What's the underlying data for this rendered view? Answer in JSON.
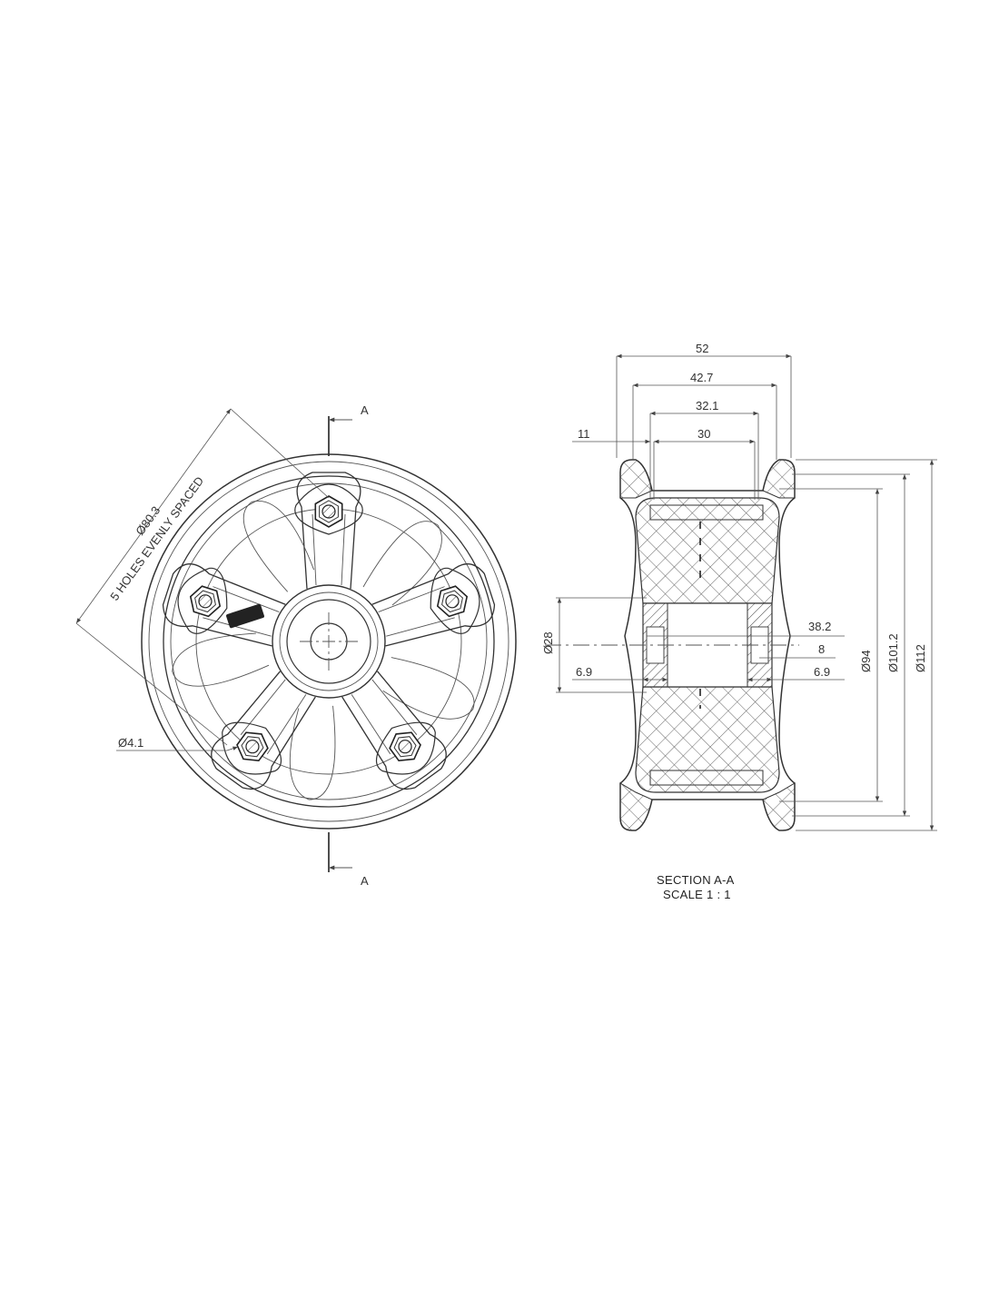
{
  "front_view": {
    "section_marker_top": "A",
    "section_marker_bottom": "A",
    "dim_pcd": "Ø80.3",
    "dim_pcd_note": "5 HOLES EVENLY SPACED",
    "dim_hole": "Ø4.1"
  },
  "section_view": {
    "dim_52": "52",
    "dim_42_7": "42.7",
    "dim_32_1": "32.1",
    "dim_30": "30",
    "dim_11": "11",
    "dim_d28": "Ø28",
    "dim_6_9_left": "6.9",
    "dim_38_2": "38.2",
    "dim_8": "8",
    "dim_6_9_right": "6.9",
    "dim_d94": "Ø94",
    "dim_d101_2": "Ø101.2",
    "dim_d112": "Ø112",
    "caption_line1": "SECTION A-A",
    "caption_line2": "SCALE 1 : 1"
  },
  "colors": {
    "line": "#333333",
    "hatch": "#555555",
    "background": "#ffffff"
  }
}
